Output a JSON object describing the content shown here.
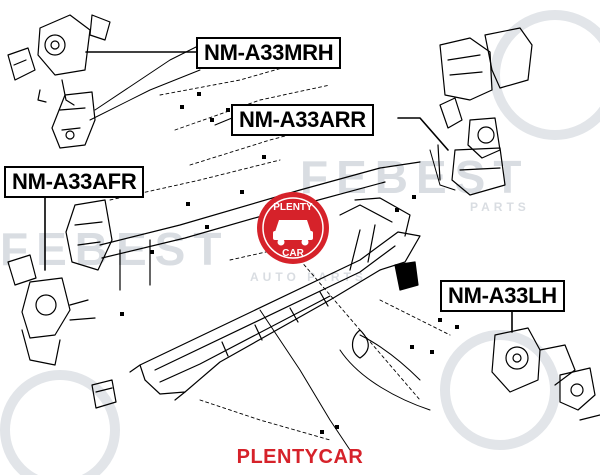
{
  "watermark": {
    "brand_top": "FEBEST",
    "brand_left": "FEBEST",
    "parts_right": "PARTS",
    "parts_left": "AUTO PARTS"
  },
  "logo": {
    "text_top": "PLENTY",
    "text_bottom": "CAR",
    "color": "#d6222a"
  },
  "labels": {
    "mount_rh": "NM-A33MRH",
    "mount_arr": "NM-A33ARR",
    "mount_afr": "NM-A33AFR",
    "mount_lh": "NM-A33LH"
  },
  "footer": {
    "brand": "PLENTYCAR",
    "color": "#d6222a"
  }
}
